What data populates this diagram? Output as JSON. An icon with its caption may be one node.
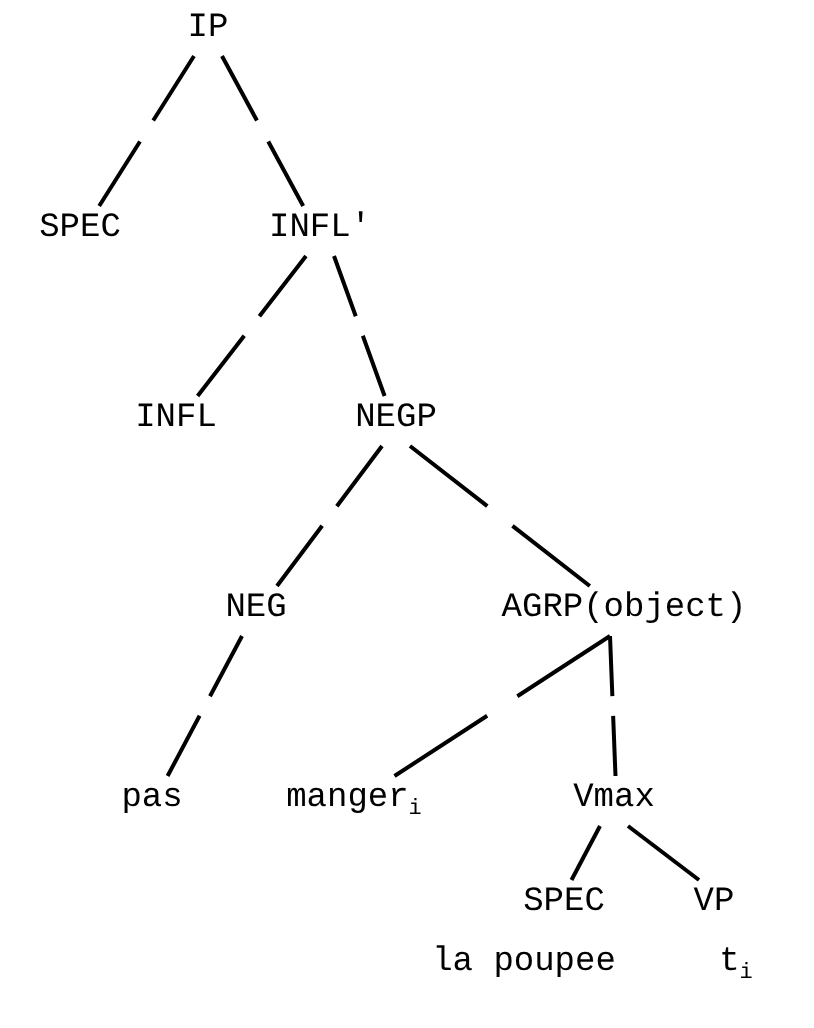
{
  "diagram": {
    "nodes": [
      {
        "text": [
          "IP"
        ]
      },
      {
        "text": [
          "SPEC"
        ]
      },
      {
        "text": [
          "INFL'"
        ]
      },
      {
        "text": [
          "INFL"
        ]
      },
      {
        "text": [
          "NEGP"
        ]
      },
      {
        "text": [
          "NEG"
        ]
      },
      {
        "text": [
          "AGRP(object)"
        ]
      },
      {
        "text": [
          "pas"
        ]
      },
      {
        "text": [
          "manger$_{i}$"
        ]
      },
      {
        "text": [
          "Vmax"
        ]
      },
      {
        "text": [
          "SPEC"
        ]
      },
      {
        "text": [
          "VP"
        ]
      },
      {
        "text": [
          "la poupee"
        ]
      },
      {
        "text": [
          "t$_{i}$"
        ]
      }
    ],
    "edges": [
      {
        "from": 0,
        "to": 1,
        "arrow": "none",
        "style": "dashed"
      },
      {
        "from": 0,
        "to": 2,
        "arrow": "none",
        "style": "dashed"
      },
      {
        "from": 2,
        "to": 3,
        "arrow": "none",
        "style": "dashed"
      },
      {
        "from": 2,
        "to": 4,
        "arrow": "none",
        "style": "dashed"
      },
      {
        "from": 4,
        "to": 5,
        "arrow": "none",
        "style": "dashed"
      },
      {
        "from": 4,
        "to": 6,
        "arrow": "none",
        "style": "dashed"
      },
      {
        "from": 5,
        "to": 7,
        "arrow": "none",
        "style": "dashed"
      },
      {
        "from": 6,
        "to": 8,
        "arrow": "none",
        "style": "dashed"
      },
      {
        "from": 6,
        "to": 9,
        "arrow": "none",
        "style": "dashed"
      },
      {
        "from": 9,
        "to": 10,
        "arrow": "none"
      },
      {
        "from": 9,
        "to": 11,
        "arrow": "none"
      }
    ]
  }
}
